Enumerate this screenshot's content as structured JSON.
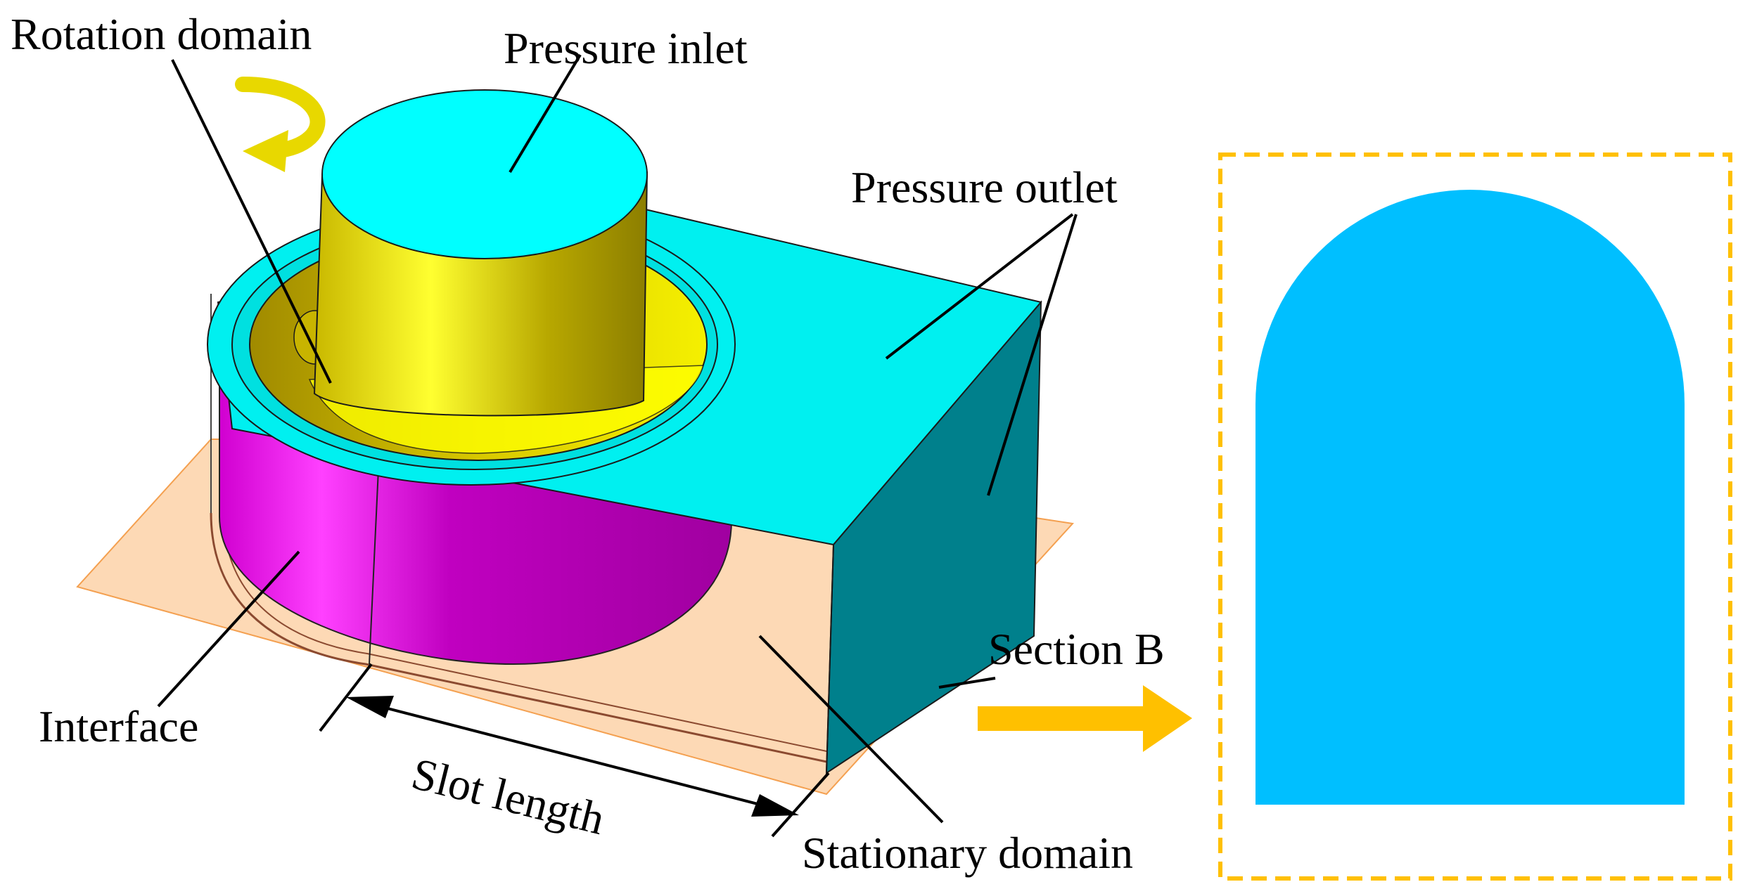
{
  "labels": {
    "rotation_domain": "Rotation domain",
    "pressure_inlet": "Pressure inlet",
    "pressure_outlet": "Pressure outlet",
    "interface": "Interface",
    "slot_length": "Slot length",
    "section_b": "Section B",
    "stationary_domain": "Stationary domain"
  },
  "colors": {
    "inlet_top": "#00FFFF",
    "inlet_cylinder": "#E6E600",
    "interface": "#E000E0",
    "outlet_top": "#00F0F0",
    "outlet_side": "#00808C",
    "base_plate": "#FDD9B5",
    "rotation_arrow": "#E8D800",
    "section_arrow": "#FFC000",
    "section_shape": "#00BFFF",
    "section_frame": "#FFC000"
  }
}
